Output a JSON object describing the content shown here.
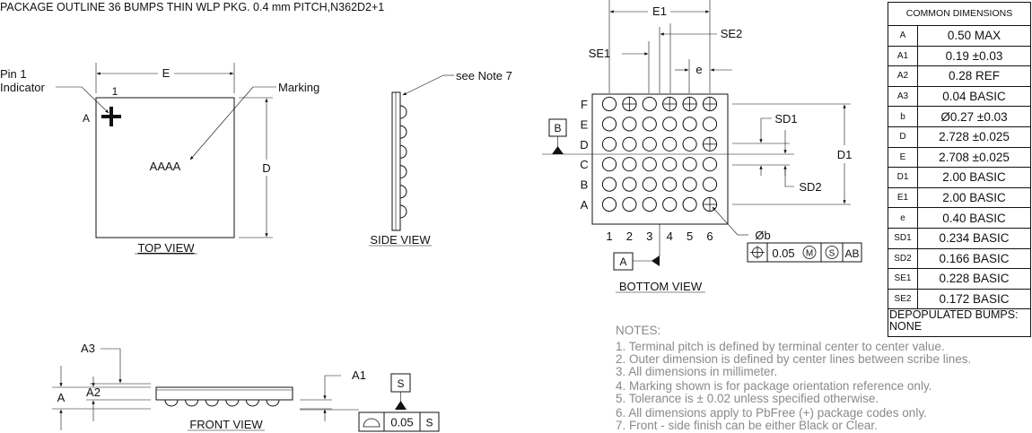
{
  "title": "PACKAGE OUTLINE 36 BUMPS THIN WLP PKG. 0.4 mm PITCH,N362D2+1",
  "top_view": {
    "label": "TOP VIEW",
    "pin1_indicator": [
      "Pin 1",
      "Indicator"
    ],
    "marking_label": "Marking",
    "marking_text": "AAAA",
    "dim_e": "E",
    "dim_d": "D",
    "col_label": "1",
    "row_label": "A"
  },
  "side_view": {
    "label": "SIDE VIEW",
    "note_ref": "see Note 7"
  },
  "bottom_view": {
    "label": "BOTTOM VIEW",
    "rows": [
      "F",
      "E",
      "D",
      "C",
      "B",
      "A"
    ],
    "cols": [
      "1",
      "2",
      "3",
      "4",
      "5",
      "6"
    ],
    "dim_e1": "E1",
    "dim_se1": "SE1",
    "dim_se2": "SE2",
    "dim_pitch": "e",
    "dim_sd1": "SD1",
    "dim_sd2": "SD2",
    "dim_d1": "D1",
    "datum_b": "B",
    "datum_a": "A",
    "ball_dia": "Øb",
    "fcf_tol": "0.05",
    "fcf_m": "M",
    "fcf_s": "S",
    "fcf_ref": "AB"
  },
  "front_view": {
    "label": "FRONT VIEW",
    "dim_a": "A",
    "dim_a1": "A1",
    "dim_a2": "A2",
    "dim_a3": "A3",
    "datum_s": "S",
    "flatness_tol": "0.05",
    "flatness_ref": "S"
  },
  "common_dimensions": {
    "header": "COMMON DIMENSIONS",
    "rows": [
      {
        "sym": "A",
        "val": "0.50 MAX"
      },
      {
        "sym": "A1",
        "val": "0.19 ±0.03"
      },
      {
        "sym": "A2",
        "val": "0.28 REF"
      },
      {
        "sym": "A3",
        "val": "0.04 BASIC"
      },
      {
        "sym": "b",
        "val": "Ø0.27 ±0.03"
      },
      {
        "sym": "D",
        "val": "2.728 ±0.025"
      },
      {
        "sym": "E",
        "val": "2.708 ±0.025"
      },
      {
        "sym": "D1",
        "val": "2.00 BASIC"
      },
      {
        "sym": "E1",
        "val": "2.00 BASIC"
      },
      {
        "sym": "e",
        "val": "0.40 BASIC"
      },
      {
        "sym": "SD1",
        "val": "0.234 BASIC"
      },
      {
        "sym": "SD2",
        "val": "0.166 BASIC"
      },
      {
        "sym": "SE1",
        "val": "0.228 BASIC"
      },
      {
        "sym": "SE2",
        "val": "0.172 BASIC"
      }
    ],
    "depop": [
      "DEPOPULATED BUMPS:",
      "NONE"
    ]
  },
  "notes": {
    "heading": "NOTES:",
    "items": [
      "1. Terminal pitch is defined by terminal center to center value.",
      "2. Outer dimension is defined by center lines between scribe lines.",
      "3. All dimensions in millimeter.",
      "4. Marking shown is for package orientation reference only.",
      "5. Tolerance is ± 0.02 unless specified otherwise.",
      "6. All dimensions apply to PbFree (+) package codes only.",
      "7. Front - side finish can be either Black or Clear."
    ]
  }
}
